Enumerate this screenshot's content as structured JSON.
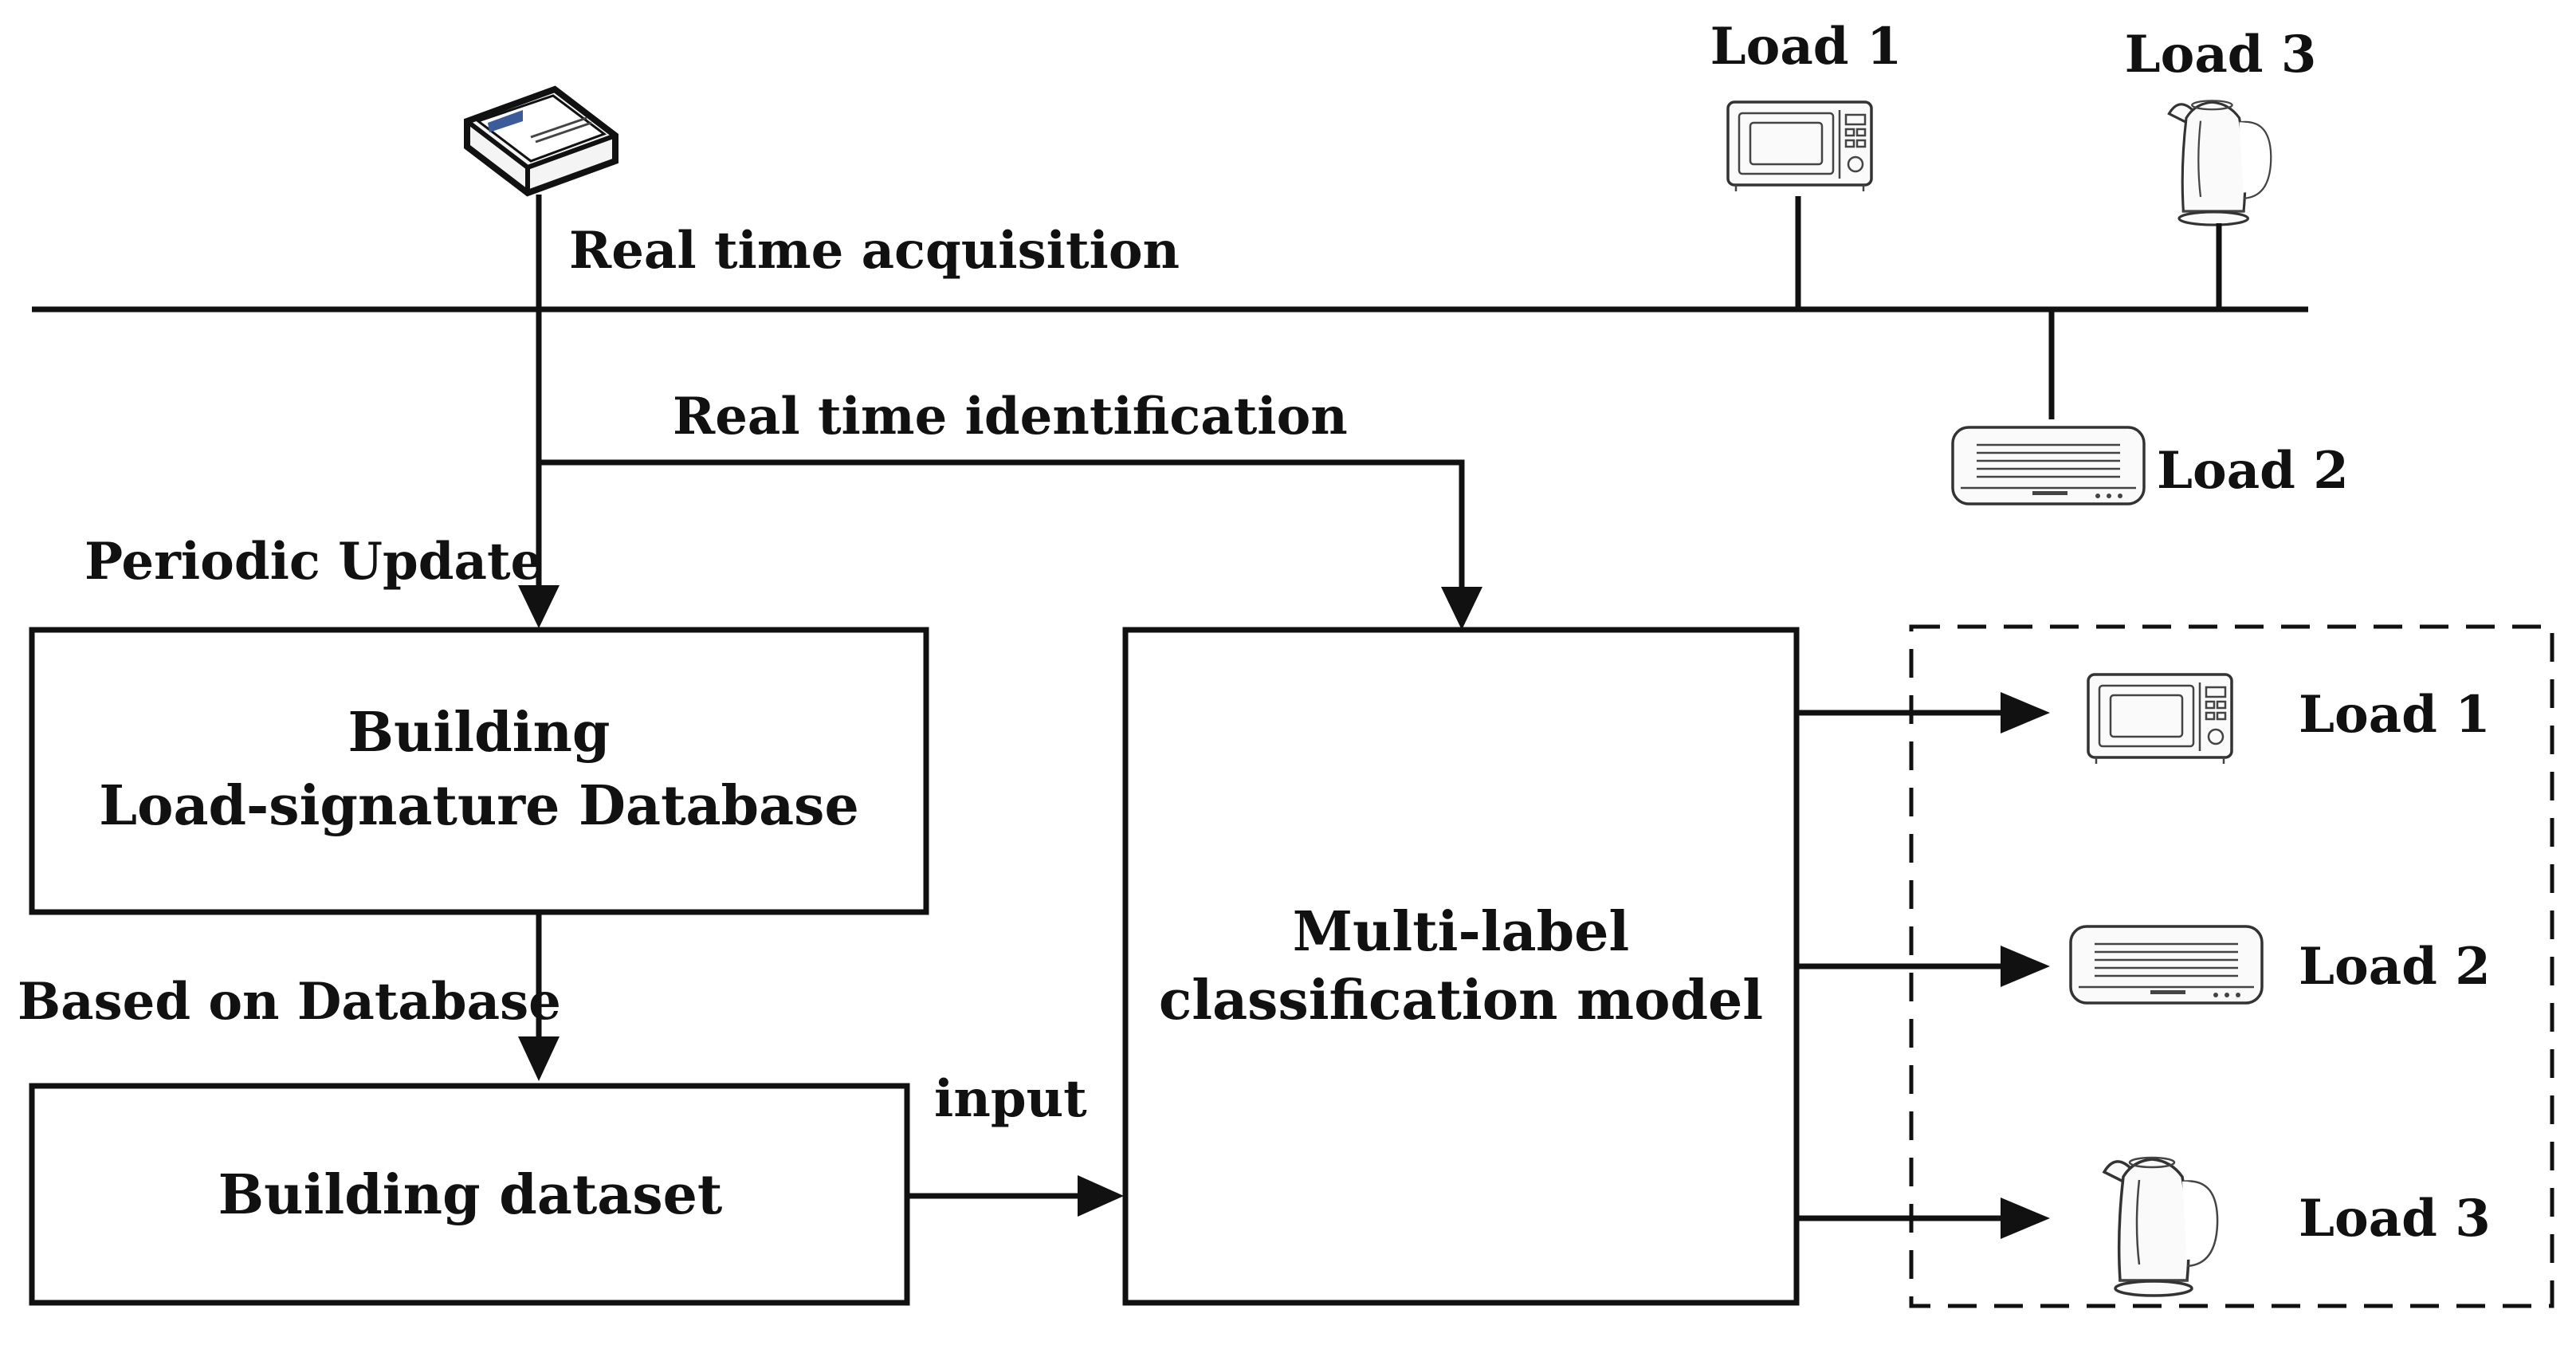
{
  "labels": {
    "load1_top": "Load 1",
    "load3_top": "Load 3",
    "load2_top": "Load 2",
    "real_time_acquisition": "Real time acquisition",
    "real_time_identification": "Real time identification",
    "periodic_update": "Periodic Update",
    "based_on_database": "Based on Database",
    "input": "input"
  },
  "boxes": {
    "database_line1": "Building",
    "database_line2": "Load-signature Database",
    "dataset": "Building dataset",
    "model_line1": "Multi-label",
    "model_line2": "classification model"
  },
  "outputs": [
    {
      "label": "Load 1",
      "icon": "microwave-icon"
    },
    {
      "label": "Load 2",
      "icon": "air-conditioner-icon"
    },
    {
      "label": "Load 3",
      "icon": "kettle-icon"
    }
  ],
  "icons": {
    "meter": "smart-meter-icon",
    "load1": "microwave-icon",
    "load2": "air-conditioner-icon",
    "load3": "kettle-icon"
  }
}
